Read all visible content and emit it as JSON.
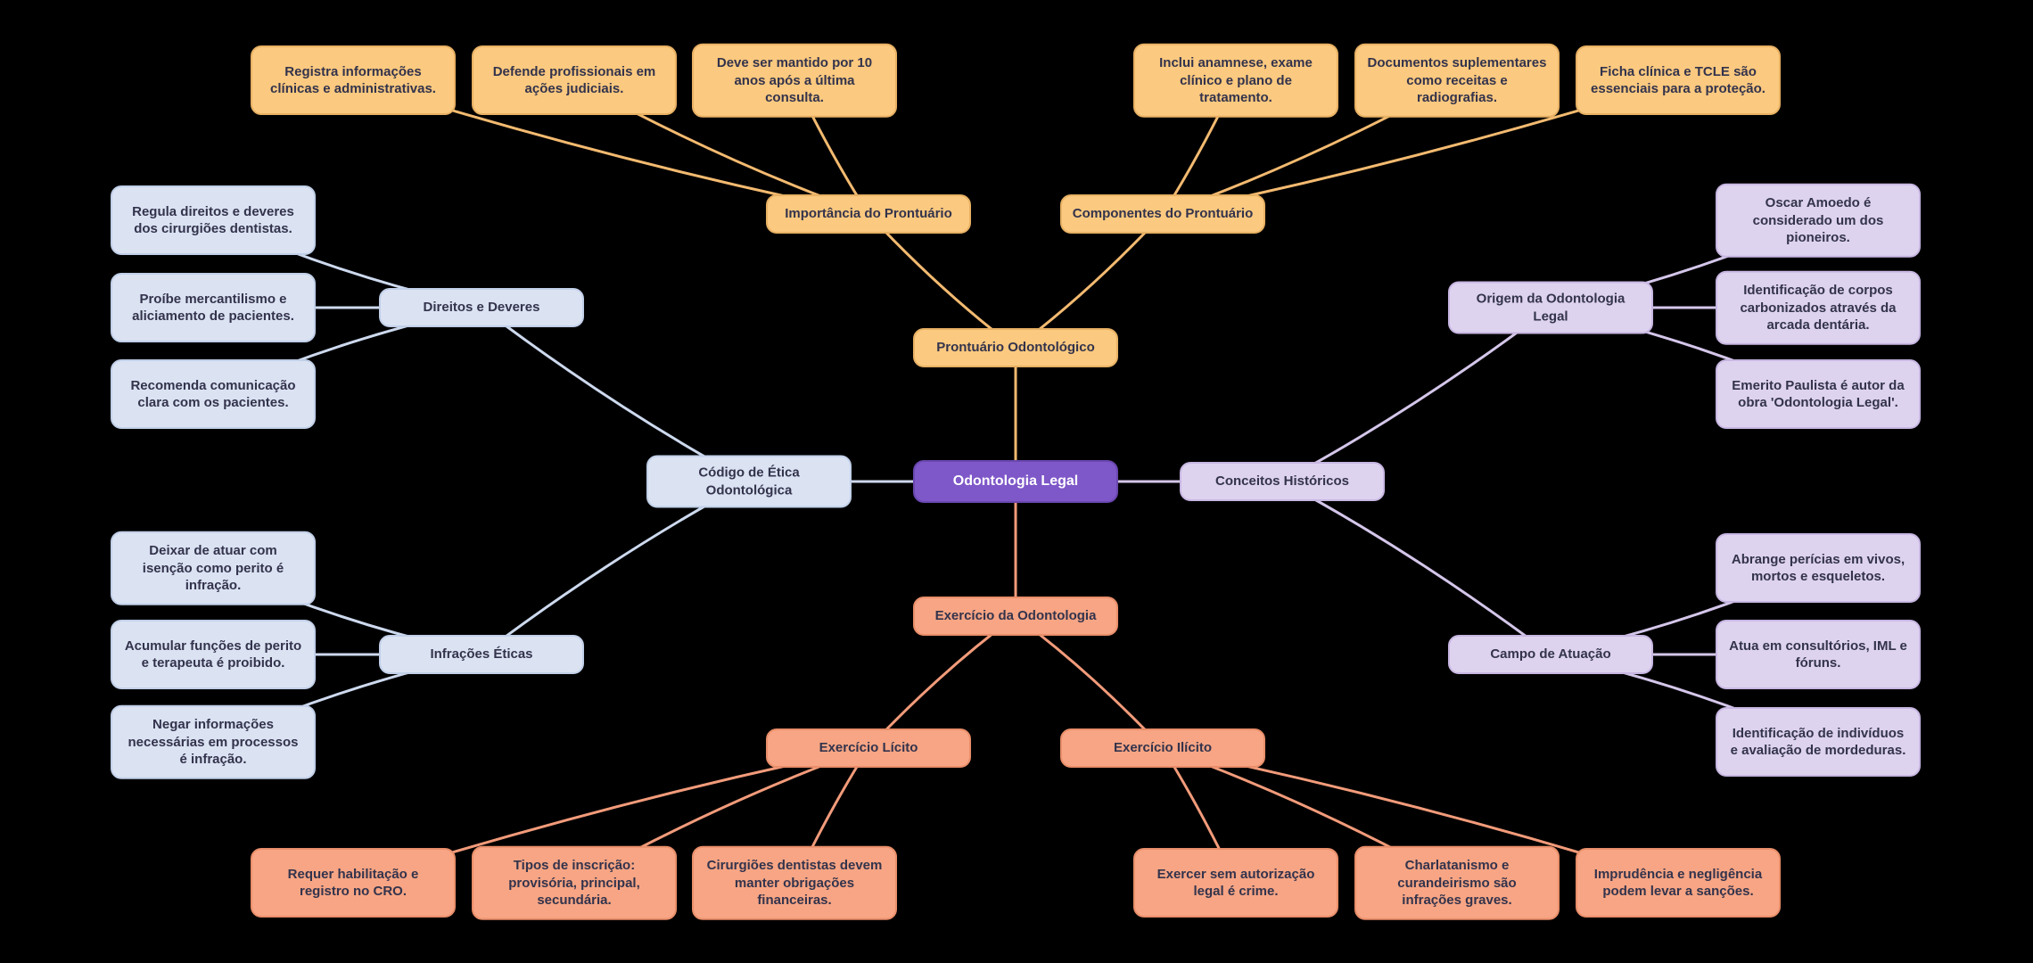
{
  "palette": {
    "background": "#000000",
    "root": {
      "fill": "#7e57c8",
      "border": "#6a47af",
      "text": "#ffffff"
    },
    "branch_prontuario": {
      "fill": "#fbc97f",
      "border": "#e8b164",
      "edge": "#f3ba70"
    },
    "branch_etica": {
      "fill": "#dbe3f3",
      "border": "#c1cfe8",
      "edge": "#cdd9ee"
    },
    "branch_historia": {
      "fill": "#ded3ef",
      "border": "#c7b6e2",
      "edge": "#d4c6ea"
    },
    "branch_exercicio": {
      "fill": "#f7a584",
      "border": "#e98e6a",
      "edge": "#f29b7a"
    },
    "node_text": "#33334c"
  },
  "mindmap": {
    "root": {
      "label": "Odontologia Legal"
    },
    "branches": [
      {
        "name": "prontuario",
        "topic": "Prontuário Odontológico",
        "subtopics": [
          {
            "topic": "Importância do Prontuário",
            "leaves": [
              "Registra informações clínicas e administrativas.",
              "Defende profissionais em ações judiciais.",
              "Deve ser mantido por 10 anos após a última consulta."
            ]
          },
          {
            "topic": "Componentes do Prontuário",
            "leaves": [
              "Inclui anamnese, exame clínico e plano de tratamento.",
              "Documentos suplementares como receitas e radiografias.",
              "Ficha clínica e TCLE são essenciais para a proteção."
            ]
          }
        ]
      },
      {
        "name": "codigo-de-etica",
        "topic": "Código de Ética Odontológica",
        "subtopics": [
          {
            "topic": "Direitos e Deveres",
            "leaves": [
              "Regula direitos e deveres dos cirurgiões dentistas.",
              "Proíbe mercantilismo e aliciamento de pacientes.",
              "Recomenda comunicação clara com os pacientes."
            ]
          },
          {
            "topic": "Infrações Éticas",
            "leaves": [
              "Deixar de atuar com isenção como perito é infração.",
              "Acumular funções de perito e terapeuta é proibido.",
              "Negar informações necessárias em processos é infração."
            ]
          }
        ]
      },
      {
        "name": "conceitos-historicos",
        "topic": "Conceitos Históricos",
        "subtopics": [
          {
            "topic": "Origem da Odontologia Legal",
            "leaves": [
              "Oscar Amoedo é considerado um dos pioneiros.",
              "Identificação de corpos carbonizados através da arcada dentária.",
              "Emerito Paulista é autor da obra 'Odontologia Legal'."
            ]
          },
          {
            "topic": "Campo de Atuação",
            "leaves": [
              "Abrange perícias em vivos, mortos e esqueletos.",
              "Atua em consultórios, IML e fóruns.",
              "Identificação de indivíduos e avaliação de mordeduras."
            ]
          }
        ]
      },
      {
        "name": "exercicio",
        "topic": "Exercício da Odontologia",
        "subtopics": [
          {
            "topic": "Exercício Lícito",
            "leaves": [
              "Requer habilitação e registro no CRO.",
              "Tipos de inscrição: provisória, principal, secundária.",
              "Cirurgiões dentistas devem manter obrigações financeiras."
            ]
          },
          {
            "topic": "Exercício Ilícito",
            "leaves": [
              "Exercer sem autorização legal é crime.",
              "Charlatanismo e curandeirismo são infrações graves.",
              "Imprudência e negligência podem levar a sanções."
            ]
          }
        ]
      }
    ]
  }
}
